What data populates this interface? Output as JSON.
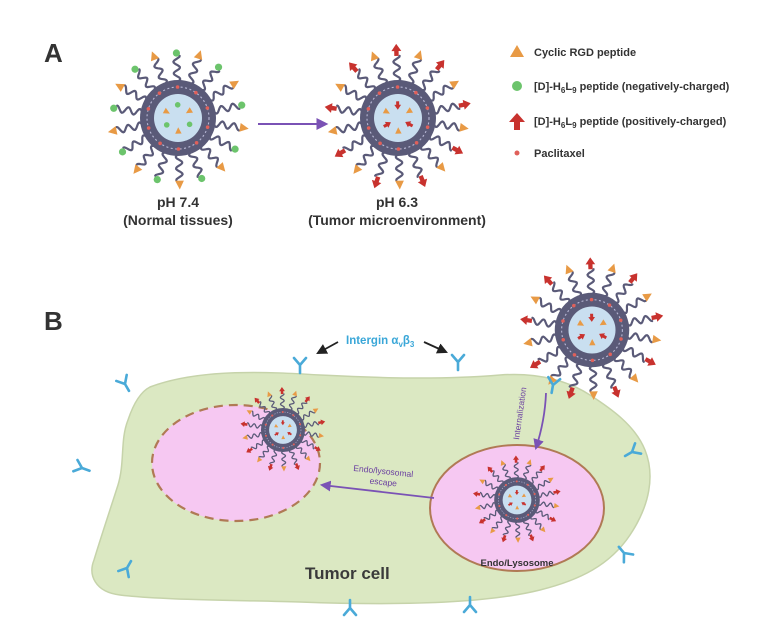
{
  "panels": {
    "a": "A",
    "b": "B"
  },
  "state_normal": {
    "ph": "pH 7.4",
    "desc": "(Normal tissues)"
  },
  "state_tumor": {
    "ph": "pH 6.3",
    "desc": "(Tumor microenvironment)"
  },
  "legend": {
    "rgd": "Cyclic RGD peptide",
    "neg_prefix": "[D]-H",
    "neg_sub1": "6",
    "neg_mid": "L",
    "neg_sub2": "9",
    "neg_suffix": " peptide (negatively-charged)",
    "pos_prefix": "[D]-H",
    "pos_sub1": "6",
    "pos_mid": "L",
    "pos_sub2": "9",
    "pos_suffix": " peptide (positively-charged)",
    "ptx": "Paclitaxel"
  },
  "integrin": {
    "prefix": "Intergin α",
    "sub1": "v",
    "mid": "β",
    "sub2": "3"
  },
  "internalization": "Internalization",
  "escape_line1": "Endo/lysosomal",
  "escape_line2": "escape",
  "endo_label": "Endo/Lysosome",
  "cell_label": "Tumor cell",
  "colors": {
    "shell": "#5a5a78",
    "core": "#c9dff0",
    "tail": "#5a5a78",
    "rgd": "#e89a45",
    "neg": "#6cc46c",
    "pos": "#c8322e",
    "ptx": "#e0605a",
    "cell_fill": "#dbe8c2",
    "cell_stroke": "#c4d0a8",
    "pink": "#f6c8f2",
    "endo_stroke": "#b07a55",
    "arrow_purple": "#7a52b5",
    "integrin": "#4aaad8"
  }
}
